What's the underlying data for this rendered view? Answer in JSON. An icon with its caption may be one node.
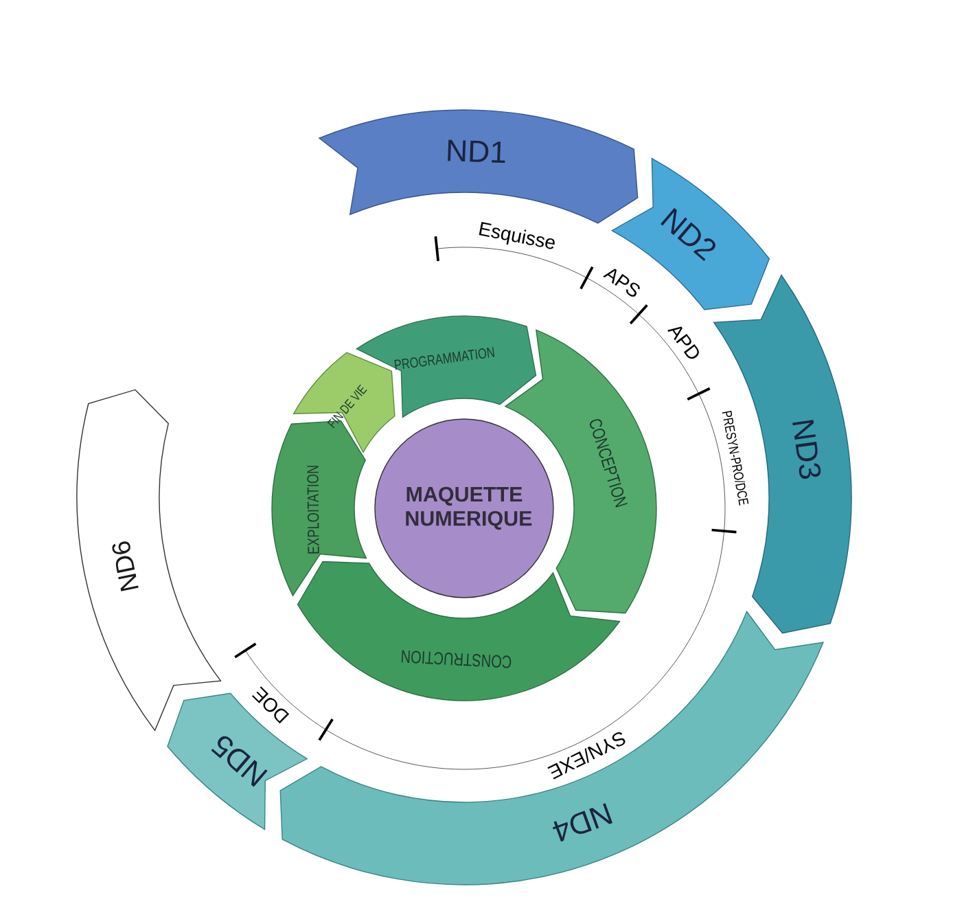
{
  "diagram": {
    "nodes": [
      {
        "text": [
          "MAQUETTE NUMERIQUE"
        ]
      },
      {
        "text": [
          "PROGRAMMATION"
        ]
      },
      {
        "text": [
          "CONCEPTION"
        ]
      },
      {
        "text": [
          "CONSTRUCTION"
        ]
      },
      {
        "text": [
          "EXPLOITATION"
        ]
      },
      {
        "text": [
          "FIN DE VIE"
        ]
      },
      {
        "text": [
          "ND1"
        ]
      },
      {
        "text": [
          "ND2"
        ]
      },
      {
        "text": [
          "ND3"
        ]
      },
      {
        "text": [
          "ND4"
        ]
      },
      {
        "text": [
          "ND5"
        ]
      },
      {
        "text": [
          "ND6"
        ]
      }
    ],
    "labels": [
      "Esquisse",
      "APS",
      "APD",
      "PRESYN-PRO/DCE",
      "SYN/EXE",
      "DOE"
    ]
  }
}
